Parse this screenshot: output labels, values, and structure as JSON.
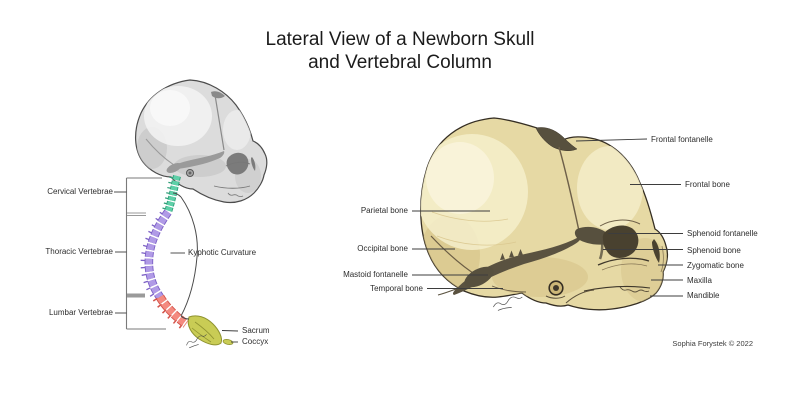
{
  "title": {
    "line1": "Lateral View of a Newborn Skull",
    "line2": "and Vertebral Column"
  },
  "credit": "Sophia Forystek © 2022",
  "spine_figure": {
    "labels": {
      "cervical": "Cervical Vertebrae",
      "thoracic": "Thoracic Vertebrae",
      "lumbar": "Lumbar Vertebrae",
      "kyphotic": "Kyphotic Curvature",
      "sacrum": "Sacrum",
      "coccyx": "Coccyx"
    },
    "colors": {
      "cervical": "#5ed0a8",
      "thoracic": "#b09ae6",
      "lumbar": "#f48a80",
      "sacrum_coccyx": "#c9cc55"
    }
  },
  "skull_figure": {
    "labels": {
      "frontal_fontanelle": "Frontal fontanelle",
      "frontal_bone": "Frontal bone",
      "parietal_bone": "Parietal bone",
      "occipital_bone": "Occipital bone",
      "mastoid_fontanelle": "Mastoid fontanelle",
      "temporal_bone": "Temporal bone",
      "sphenoid_fontanelle": "Sphenoid fontanelle",
      "sphenoid_bone": "Sphenoid bone",
      "zygomatic_bone": "Zygomatic bone",
      "maxilla": "Maxilla",
      "mandible": "Mandible"
    },
    "colors": {
      "bone": "#e6d9a4",
      "bone_gray": "#dcdcdc",
      "fontanelle": "#57503e"
    }
  }
}
